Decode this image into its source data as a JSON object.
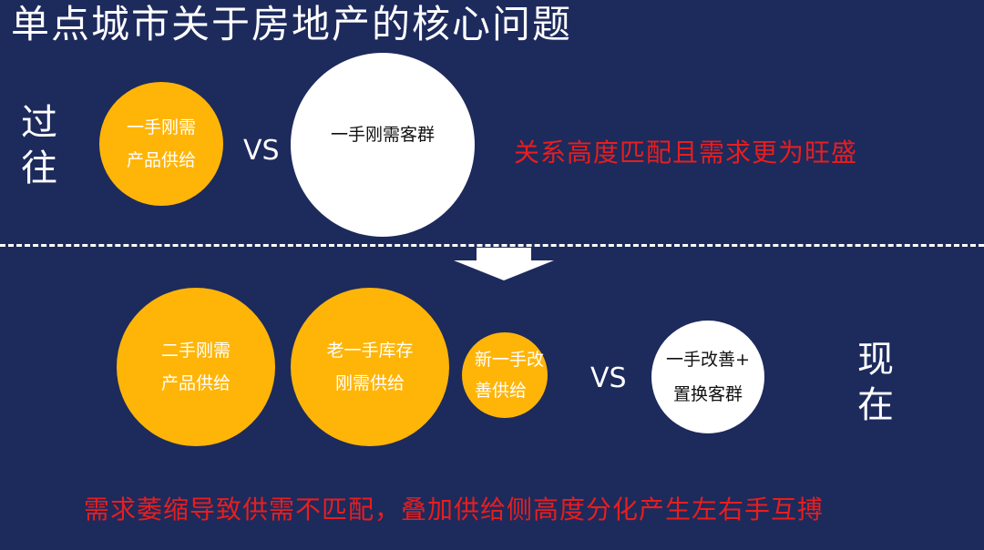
{
  "title": "单点城市关于房地产的核心问题",
  "past": {
    "label_line1": "过",
    "label_line2": "往",
    "supply": {
      "line1": "一手刚需",
      "line2": "产品供给"
    },
    "vs": "VS",
    "demand": "一手刚需客群",
    "conclusion": "关系高度匹配且需求更为旺盛"
  },
  "present": {
    "label_line1": "现",
    "label_line2": "在",
    "supply_1": {
      "line1": "二手刚需",
      "line2": "产品供给"
    },
    "supply_2": {
      "line1": "老一手库存",
      "line2": "刚需供给"
    },
    "supply_3": {
      "line1": "新一手改",
      "line2": "善供给"
    },
    "vs": "VS",
    "demand": {
      "line1": "一手改善+",
      "line2": "置换客群"
    },
    "conclusion": "需求萎缩导致供需不匹配，叠加供给侧高度分化产生左右手互搏"
  },
  "colors": {
    "background": "#1d2a5c",
    "accent_yellow": "#ffb508",
    "alert_red": "#e81e1e",
    "divider": "#ffffff"
  },
  "icons": {
    "transition_arrow": "down-arrow-icon"
  }
}
